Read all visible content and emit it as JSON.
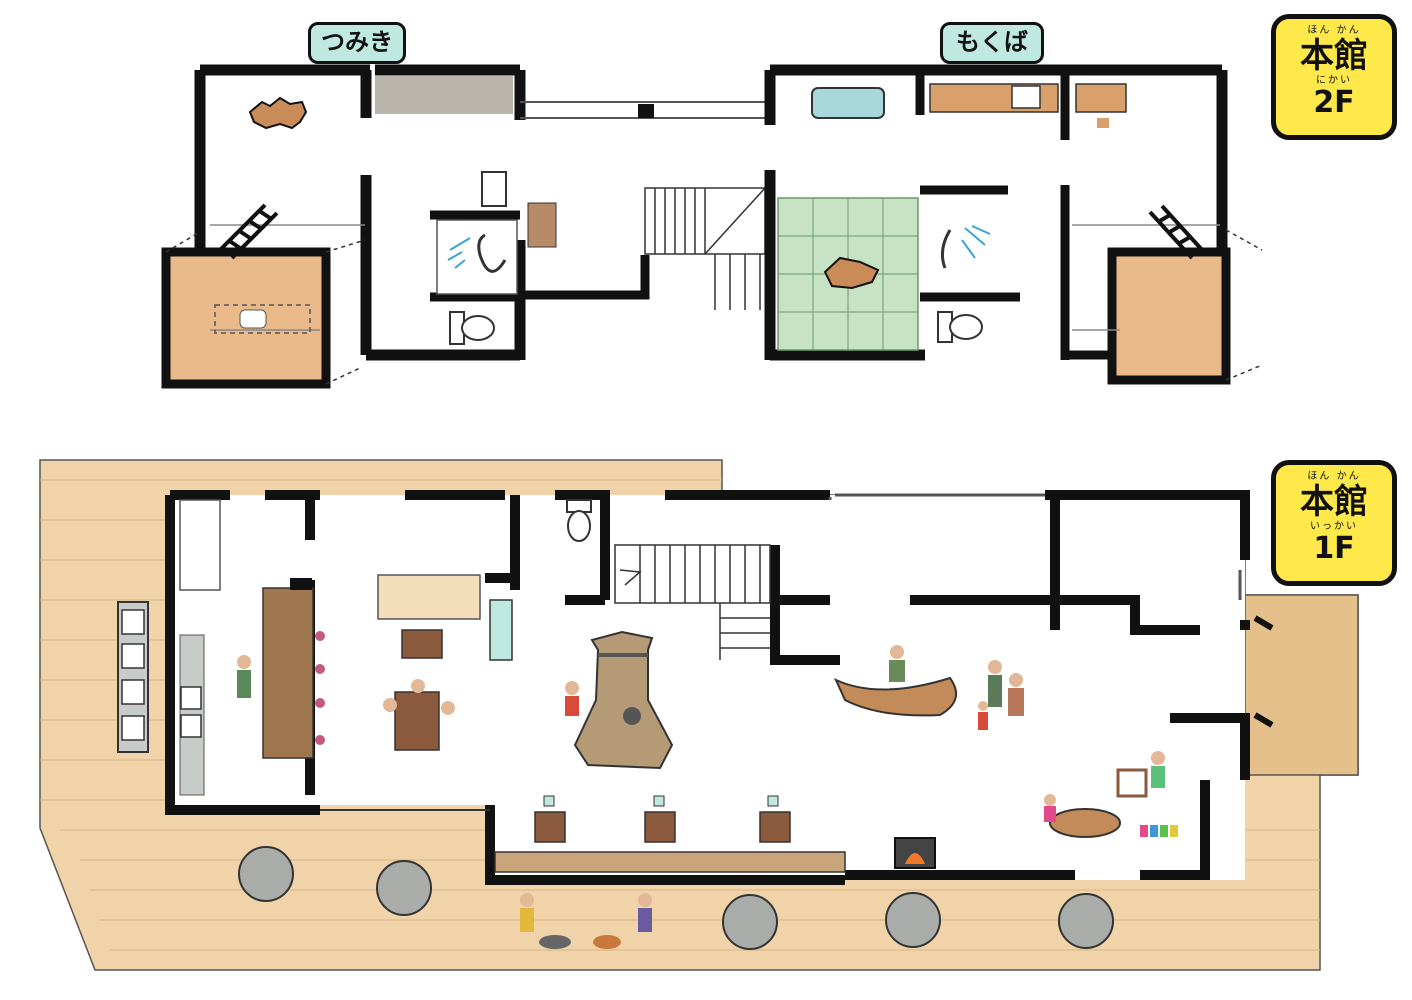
{
  "labels": {
    "tsumiki": "つみき",
    "mokuba": "もくば"
  },
  "badges": {
    "second": {
      "ruby": "ほん かん",
      "kanji": "本館",
      "ruby2": "にかい",
      "floor": "2F"
    },
    "first": {
      "ruby": "ほん かん",
      "kanji": "本館",
      "ruby2": "いっかい",
      "floor": "1F"
    }
  },
  "colors": {
    "wall": "#111111",
    "deck": "#f0d3a8",
    "tatami": "#c8e2c4",
    "bed": "#e9b98a",
    "label_bg": "#bfe8e0",
    "badge_bg": "#ffe94a",
    "stone": "#a9aca8",
    "counter": "#a0764e"
  },
  "icons": [
    "ladder-icon",
    "rug-icon",
    "shower-icon",
    "toilet-icon",
    "sink-icon",
    "sofa-icon",
    "stairs-icon",
    "stove-icon",
    "tree-climbing-icon",
    "table-icon",
    "fireplace-icon",
    "person-icon",
    "dog-icon",
    "toy-blocks-icon"
  ]
}
